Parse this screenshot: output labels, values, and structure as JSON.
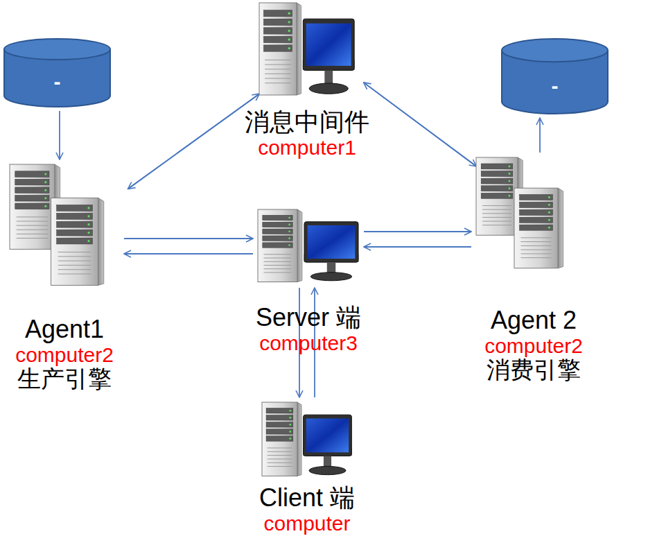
{
  "diagram": {
    "nodes": [
      {
        "text": [
          "消息中间件",
          "computer1"
        ]
      },
      {
        "text": [
          "-"
        ]
      },
      {
        "text": [
          "-"
        ]
      },
      {
        "text": [
          "Agent1",
          "computer2",
          "生产引擎"
        ]
      },
      {
        "text": [
          "Server 端",
          "computer3"
        ]
      },
      {
        "text": [
          "Agent 2",
          "computer2",
          "消费引擎"
        ]
      },
      {
        "text": [
          "Client 端",
          "computer"
        ]
      }
    ],
    "edges": [
      {
        "from": 1,
        "to": 3,
        "arrow": "to"
      },
      {
        "from": 3,
        "to": 0,
        "arrow": "to"
      },
      {
        "from": 0,
        "to": 3,
        "arrow": "to"
      },
      {
        "from": 0,
        "to": 5,
        "arrow": "to"
      },
      {
        "from": 5,
        "to": 0,
        "arrow": "to"
      },
      {
        "from": 3,
        "to": 4,
        "arrow": "to"
      },
      {
        "from": 4,
        "to": 3,
        "arrow": "to"
      },
      {
        "from": 4,
        "to": 5,
        "arrow": "to"
      },
      {
        "from": 5,
        "to": 4,
        "arrow": "to"
      },
      {
        "from": 4,
        "to": 6,
        "arrow": "to"
      },
      {
        "from": 6,
        "to": 4,
        "arrow": "to"
      },
      {
        "from": 5,
        "to": 2,
        "arrow": "to"
      }
    ]
  }
}
